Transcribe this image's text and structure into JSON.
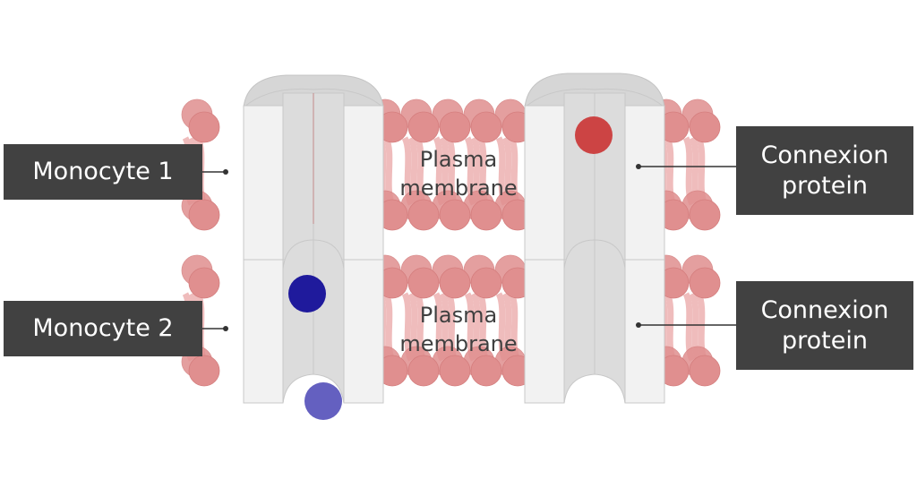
{
  "labels": {
    "monocyte_1": "Monocyte 1",
    "monocyte_2": "Monocyte 2",
    "connexion_top": {
      "line1": "Connexion",
      "line2": "protein"
    },
    "connexion_bottom": {
      "line1": "Connexion",
      "line2": "protein"
    },
    "plasma_membrane_top": {
      "line1": "Plasma",
      "line2": "membrane"
    },
    "plasma_membrane_bottom": {
      "line1": "Plasma",
      "line2": "membrane"
    }
  },
  "colors": {
    "label_bg": "#414141",
    "label_text": "#ffffff",
    "phospholipid_head": "#e08f8f",
    "phospholipid_tail": "#f2c6c6",
    "connexin": "#e9e9e9",
    "blue_molecule": "#1f1a9c",
    "light_blue_molecule": "#6460c0",
    "red_molecule": "#cc4444"
  }
}
